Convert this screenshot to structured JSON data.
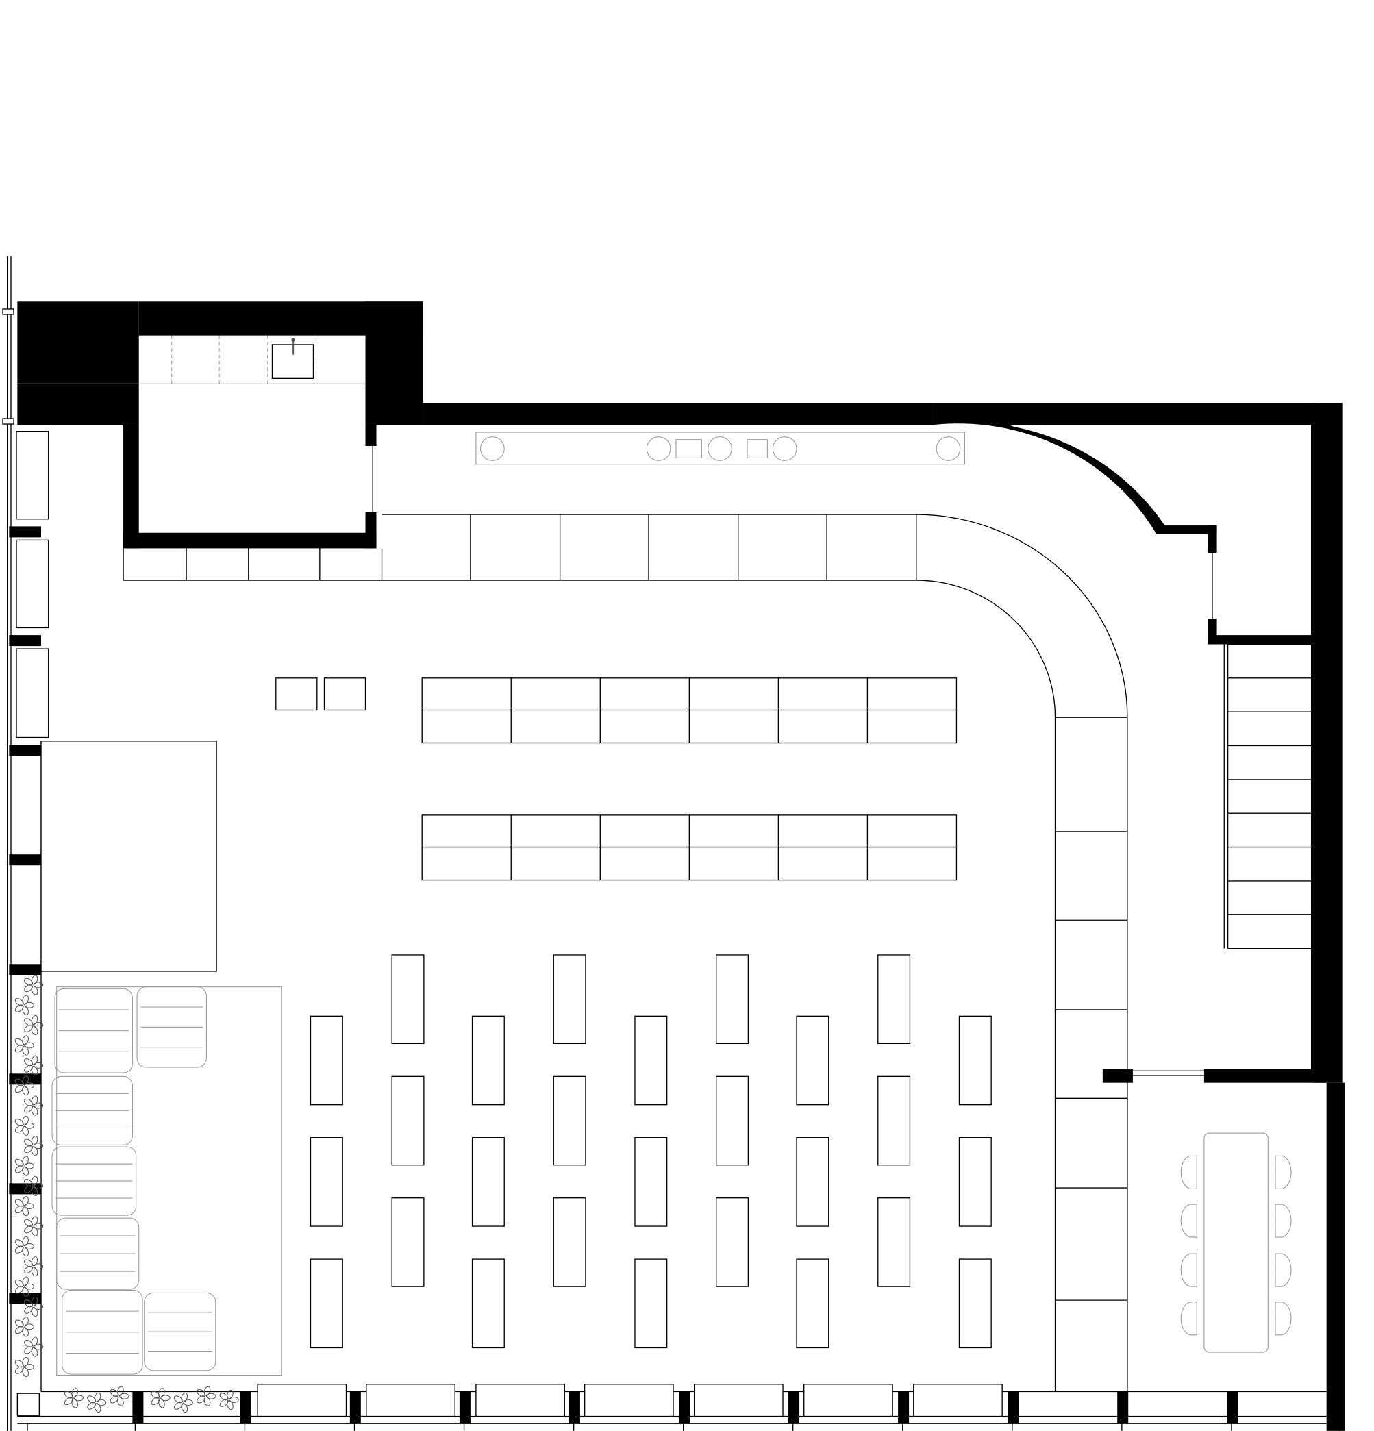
{
  "plan": {
    "colors": {
      "wall": "#000000",
      "line": "#000000",
      "furniture_light": "#9a9a9a",
      "background": "#ffffff"
    },
    "counts": {
      "desks": 27,
      "stair_treads": 9,
      "long_tables": 2,
      "meeting_chairs": 8
    }
  }
}
